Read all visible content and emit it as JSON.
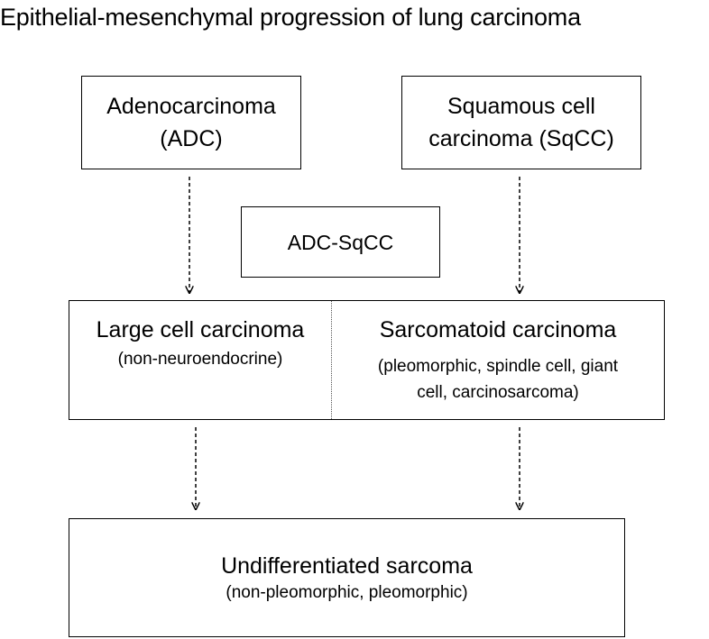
{
  "title": "Epithelial-mesenchymal progression of lung carcinoma",
  "boxes": {
    "adc": {
      "line1": "Adenocarcinoma",
      "line2": "(ADC)"
    },
    "sqcc": {
      "line1": "Squamous cell",
      "line2": "carcinoma (SqCC)"
    },
    "mixed": {
      "label": "ADC-SqCC"
    },
    "large_cell": {
      "label": "Large cell carcinoma",
      "note": "(non-neuroendocrine)"
    },
    "sarcomatoid": {
      "label": "Sarcomatoid carcinoma",
      "note_line1": "(pleomorphic, spindle cell, giant",
      "note_line2": "cell, carcinosarcoma)"
    },
    "undifferentiated": {
      "label": "Undifferentiated sarcoma",
      "note": "(non-pleomorphic, pleomorphic)"
    }
  },
  "colors": {
    "line": "#000000",
    "background": "#ffffff"
  }
}
